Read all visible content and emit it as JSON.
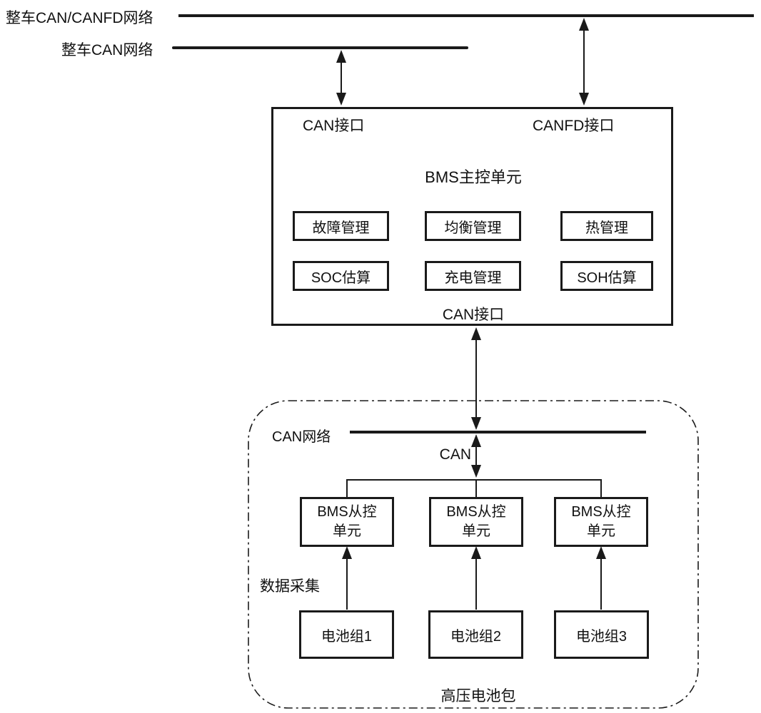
{
  "diagram": {
    "title_semantic": "BMS architecture diagram",
    "vehicle_bus_canfd_label": "整车CAN/CANFD网络",
    "vehicle_bus_can_label": "整车CAN网络",
    "main_unit": {
      "can_port_label": "CAN接口",
      "canfd_port_label": "CANFD接口",
      "title": "BMS主控单元",
      "modules": [
        "故障管理",
        "均衡管理",
        "热管理",
        "SOC估算",
        "充电管理",
        "SOH估算"
      ],
      "bottom_port_label": "CAN接口"
    },
    "battery_pack": {
      "container_label": "高压电池包",
      "can_bus_label": "CAN网络",
      "can_link_label": "CAN",
      "data_acquisition_label": "数据采集",
      "slave_units": [
        "BMS从控单元",
        "BMS从控单元",
        "BMS从控单元"
      ],
      "battery_groups": [
        "电池组1",
        "电池组2",
        "电池组3"
      ]
    },
    "colors": {
      "line": "#1a1a1a",
      "background": "#ffffff",
      "text": "#111111"
    }
  }
}
